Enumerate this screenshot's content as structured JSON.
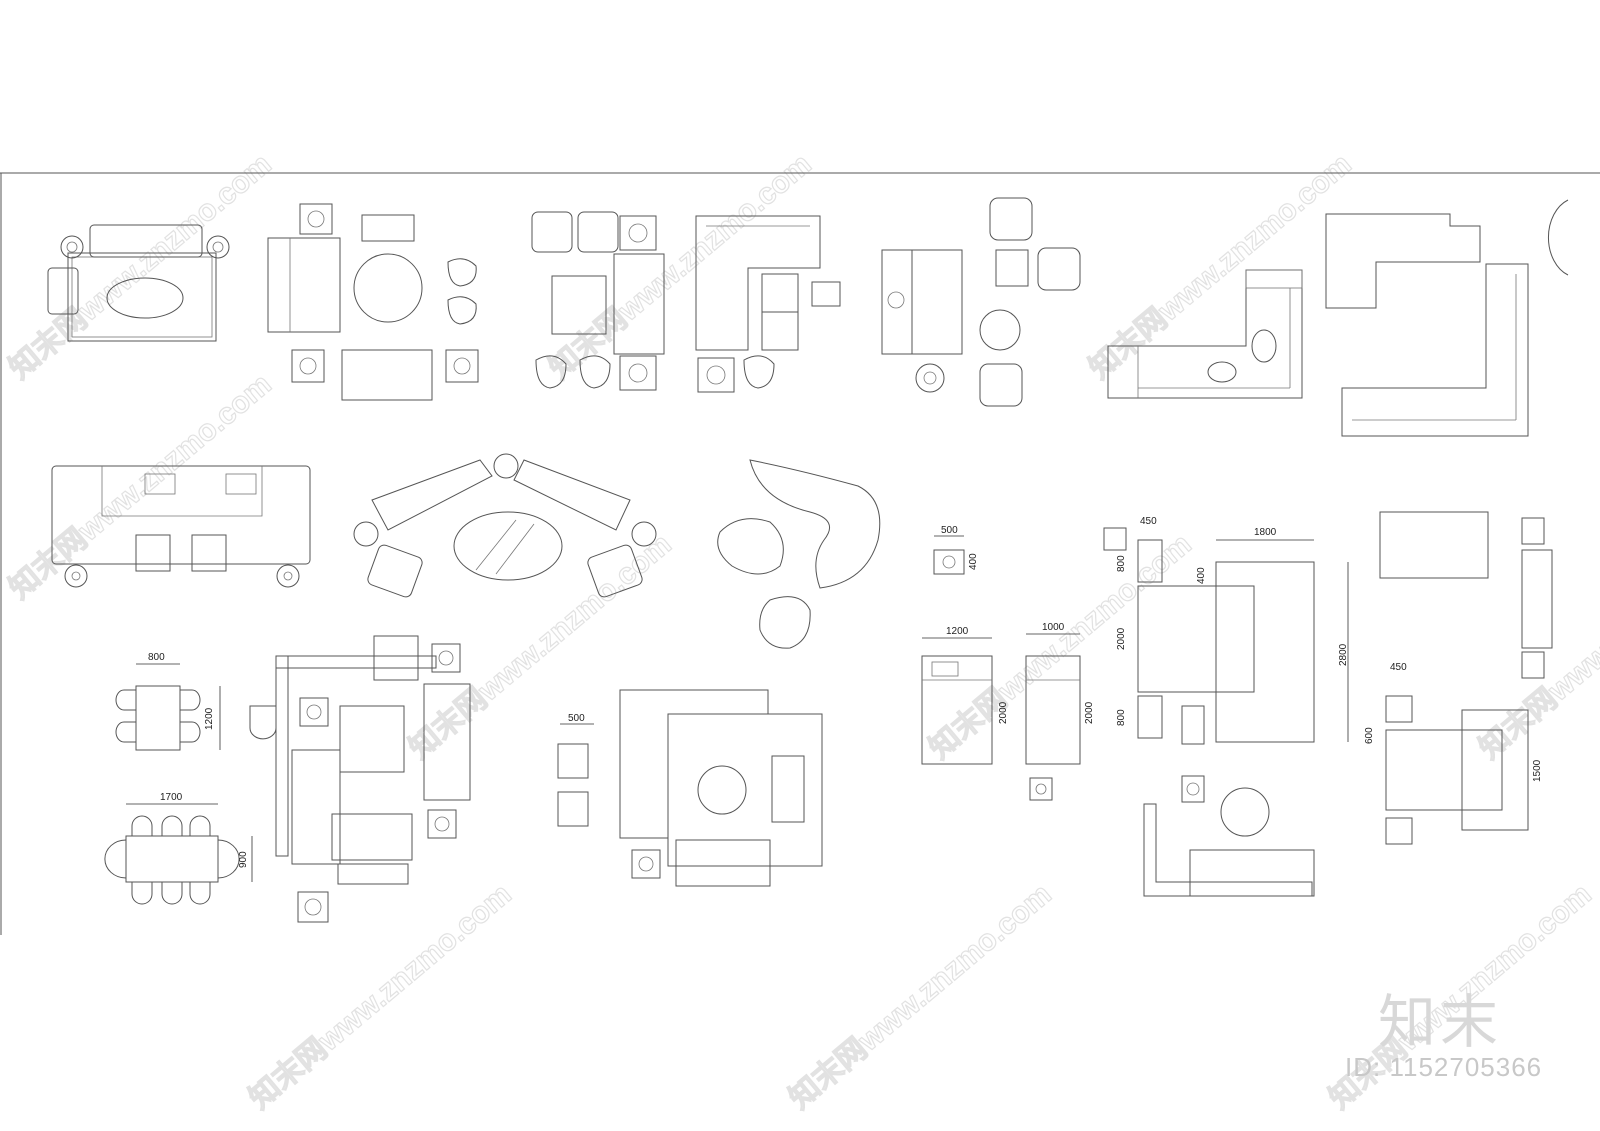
{
  "watermark": {
    "text": "知末网www.znzmo.com"
  },
  "brand": {
    "logo": "知末",
    "id_label": "ID: 1152705366"
  },
  "dimensions": {
    "d500a": "500",
    "d400a": "400",
    "d800a": "800",
    "d1200a": "1200",
    "d1700": "1700",
    "d900": "900",
    "d500b": "500",
    "d1200b": "1200",
    "d2000a": "2000",
    "d1000": "1000",
    "d2000b": "2000",
    "d450a": "450",
    "d800b": "800",
    "d2000c": "2000",
    "d800c": "800",
    "d400b": "400",
    "d1800": "1800",
    "d2800": "2800",
    "d450b": "450",
    "d600": "600",
    "d1500": "1500"
  }
}
